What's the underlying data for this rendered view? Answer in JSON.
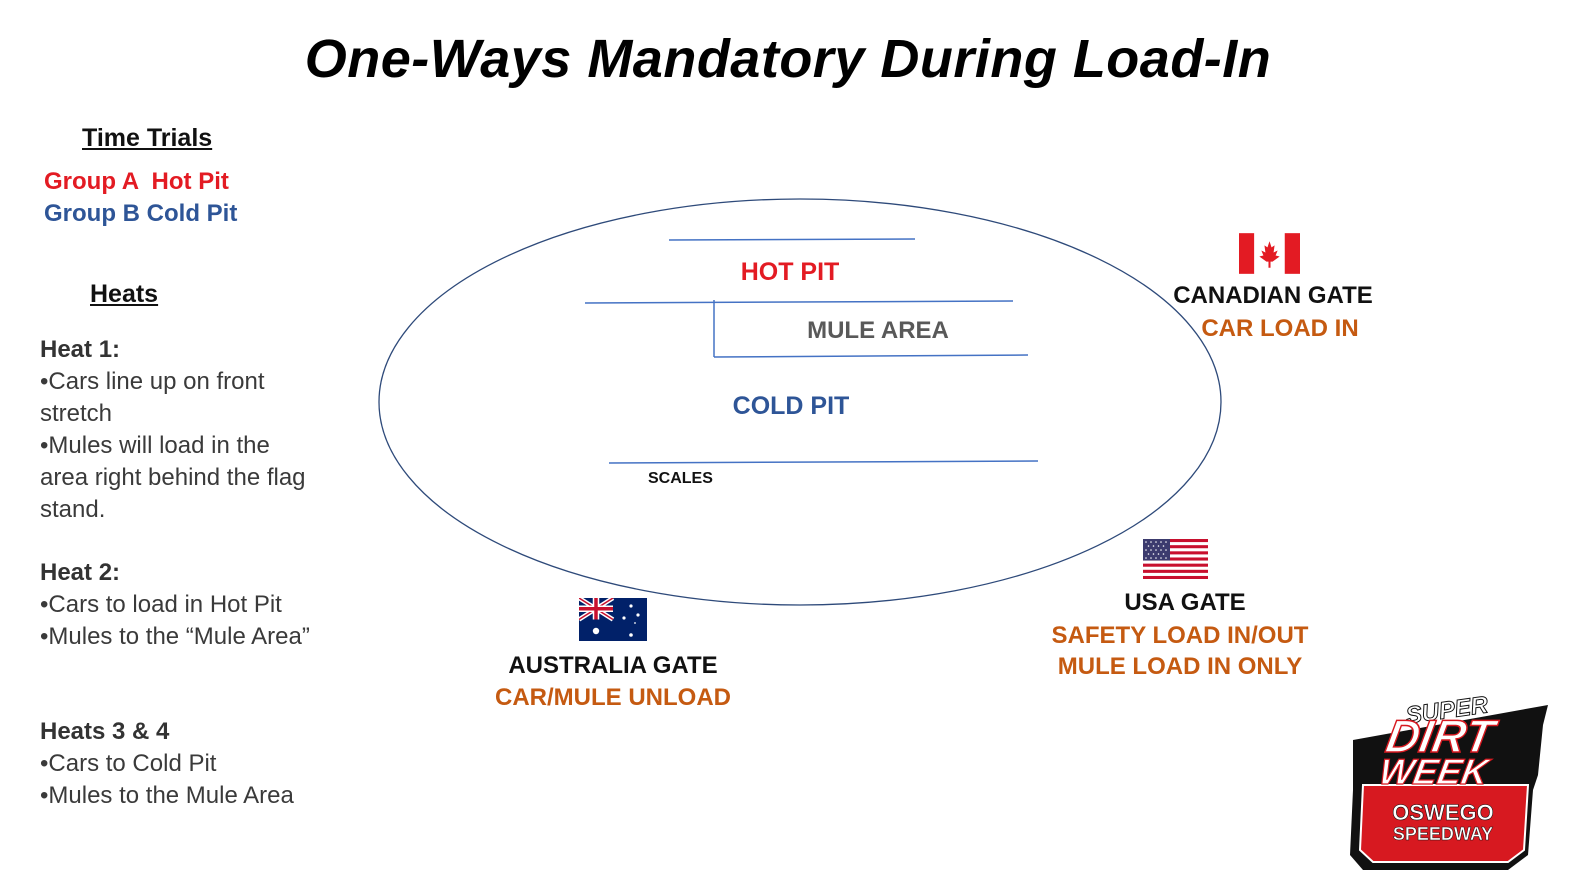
{
  "title": "One-Ways Mandatory During Load-In",
  "time_trials": {
    "heading": "Time Trials",
    "group_a": "Group A  Hot Pit",
    "group_b": "Group B Cold Pit"
  },
  "heats": {
    "heading": "Heats",
    "items": [
      {
        "title": "Heat 1:",
        "bullets": [
          "•Cars line up on front stretch",
          "•Mules will load in the area right behind the flag stand."
        ]
      },
      {
        "title": "Heat 2:",
        "bullets": [
          "•Cars to load in Hot Pit",
          "•Mules to the “Mule Area”"
        ]
      },
      {
        "title": "Heats 3 & 4",
        "bullets": [
          "•Cars to Cold Pit",
          "•Mules to the Mule Area"
        ]
      }
    ]
  },
  "map": {
    "hot_pit": "HOT PIT",
    "mule_area": "MULE AREA",
    "cold_pit": "COLD PIT",
    "scales": "SCALES"
  },
  "gates": {
    "canadian": {
      "name": "CANADIAN GATE",
      "detail": "CAR LOAD IN",
      "flag": "canada-flag-icon"
    },
    "usa": {
      "name": "USA GATE",
      "detail_1": "SAFETY LOAD IN/OUT",
      "detail_2": "MULE LOAD IN ONLY",
      "flag": "usa-flag-icon"
    },
    "australia": {
      "name": "AUSTRALIA GATE",
      "detail": "CAR/MULE UNLOAD",
      "flag": "australia-flag-icon"
    }
  },
  "logo": {
    "line1": "SUPER",
    "line2": "DIRT",
    "line3": "WEEK",
    "line4": "OSWEGO",
    "line5": "SPEEDWAY"
  },
  "colors": {
    "red": "#e31b23",
    "blue": "#2e5597",
    "orange": "#c55a11",
    "line": "#4472c4"
  }
}
